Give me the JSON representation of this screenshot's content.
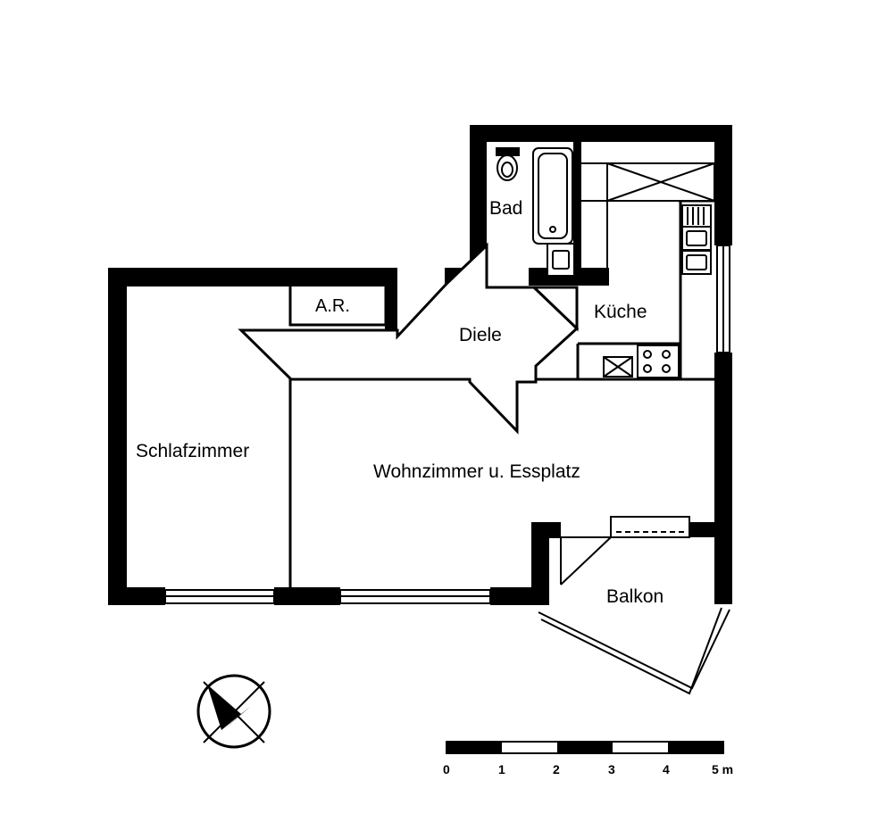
{
  "rooms": {
    "bad": "Bad",
    "kueche": "Küche",
    "ar": "A.R.",
    "diele": "Diele",
    "schlafzimmer": "Schlafzimmer",
    "wohnzimmer": "Wohnzimmer u. Essplatz",
    "balkon": "Balkon"
  },
  "scale_bar": {
    "ticks": [
      "0",
      "1",
      "2",
      "3",
      "4",
      "5 m"
    ]
  },
  "compass": {
    "icon": "compass-north-arrow-icon"
  },
  "colors": {
    "wall": "#000000",
    "background": "#ffffff"
  }
}
